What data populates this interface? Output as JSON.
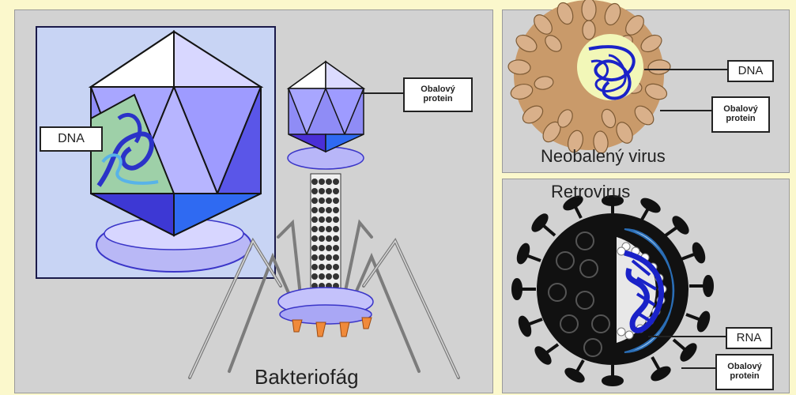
{
  "labels": {
    "phage_title": "Bakteriofág",
    "dna_left": "DNA",
    "protein_phage_line1": "Obalový",
    "protein_phage_line2": "protein",
    "nonenveloped_title": "Neobalený virus",
    "dna_right": "DNA",
    "protein_tr_line1": "Obalový",
    "protein_tr_line2": "protein",
    "retrovirus_title": "Retrovirus",
    "rna": "RNA",
    "protein_br_line1": "Obalový",
    "protein_br_line2": "protein"
  },
  "colors": {
    "background": "#fbf8cc",
    "panel": "#d2d2d2",
    "capsid": "#7b78f0",
    "capsid_light": "#c9c8ff",
    "capsid_dark": "#3a35c8",
    "tail_fiber": "#8a8a8a",
    "capsomere": "#c99a6a",
    "nucleic_acid": "#1a22c8",
    "envelope": "#111111",
    "retro_capsid": "#9fc6ee"
  }
}
